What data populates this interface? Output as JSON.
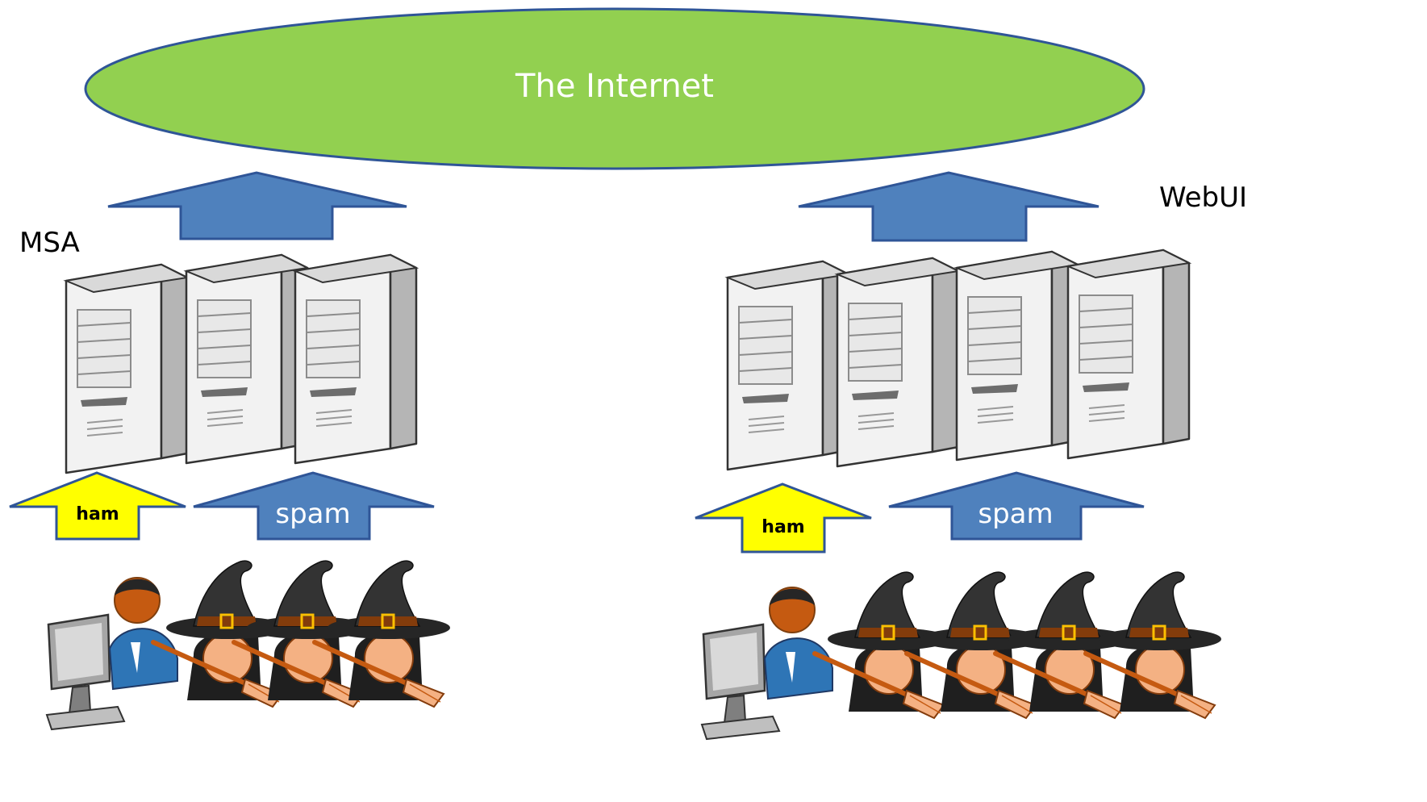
{
  "internet": {
    "label": "The Internet"
  },
  "groups": {
    "left": {
      "label": "MSA",
      "ham_label": "ham",
      "spam_label": "spam"
    },
    "right": {
      "label": "WebUI",
      "ham_label": "ham",
      "spam_label": "spam"
    }
  },
  "colors": {
    "internet_fill": "#92d050",
    "arrow_blue": "#4f81bd",
    "arrow_yellow": "#ffff00",
    "outline": "#2f5597",
    "server_body": "#e6e6e6",
    "server_side": "#bfbfbf"
  }
}
